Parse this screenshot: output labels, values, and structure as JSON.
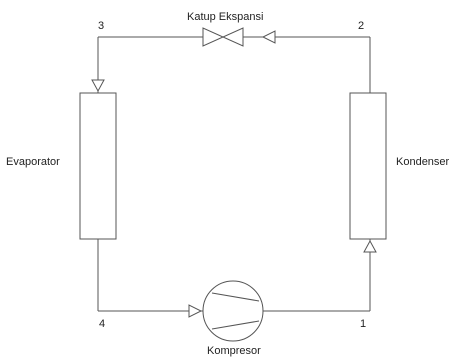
{
  "labels": {
    "expansion_valve": "Katup Ekspansi",
    "evaporator": "Evaporator",
    "condenser": "Kondenser",
    "compressor": "Kompresor"
  },
  "points": {
    "p1": "1",
    "p2": "2",
    "p3": "3",
    "p4": "4"
  },
  "colors": {
    "line": "#555555",
    "fill": "#ffffff",
    "text": "#222222"
  },
  "icons": {
    "expansion_valve": "bowtie-valve-icon",
    "compressor": "compressor-circle-icon",
    "flow_arrow": "open-triangle-arrow-icon"
  }
}
